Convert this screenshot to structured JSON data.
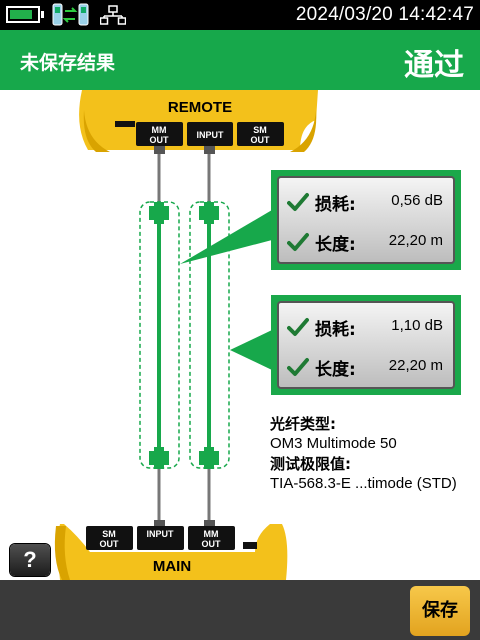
{
  "status_bar": {
    "datetime": "2024/03/20  14:42:47",
    "battery_level": 0.85
  },
  "header": {
    "title": "未保存结果",
    "status": "通过"
  },
  "diagram": {
    "remote": {
      "label": "REMOTE",
      "ports": [
        {
          "line1": "MM",
          "line2": "OUT"
        },
        {
          "line1": "INPUT",
          "line2": ""
        },
        {
          "line1": "SM",
          "line2": "OUT"
        }
      ]
    },
    "main": {
      "label": "MAIN",
      "ports": [
        {
          "line1": "SM",
          "line2": "OUT"
        },
        {
          "line1": "INPUT",
          "line2": ""
        },
        {
          "line1": "MM",
          "line2": "OUT"
        }
      ]
    }
  },
  "results": [
    {
      "loss_label": "损耗:",
      "loss_value": "0,56 dB",
      "length_label": "长度:",
      "length_value": "22,20 m"
    },
    {
      "loss_label": "损耗:",
      "loss_value": "1,10 dB",
      "length_label": "长度:",
      "length_value": "22,20 m"
    }
  ],
  "info": {
    "fiber_type_label": "光纤类型:",
    "fiber_type_value": "OM3 Multimode 50",
    "limit_label": "测试极限值:",
    "limit_value": "TIA-568.3-E ...timode (STD)"
  },
  "buttons": {
    "help": "?",
    "save": "保存"
  },
  "colors": {
    "accent_green": "#17a84b",
    "yellow": "#f3c11b",
    "bottom_bar": "#3a3a3a"
  }
}
